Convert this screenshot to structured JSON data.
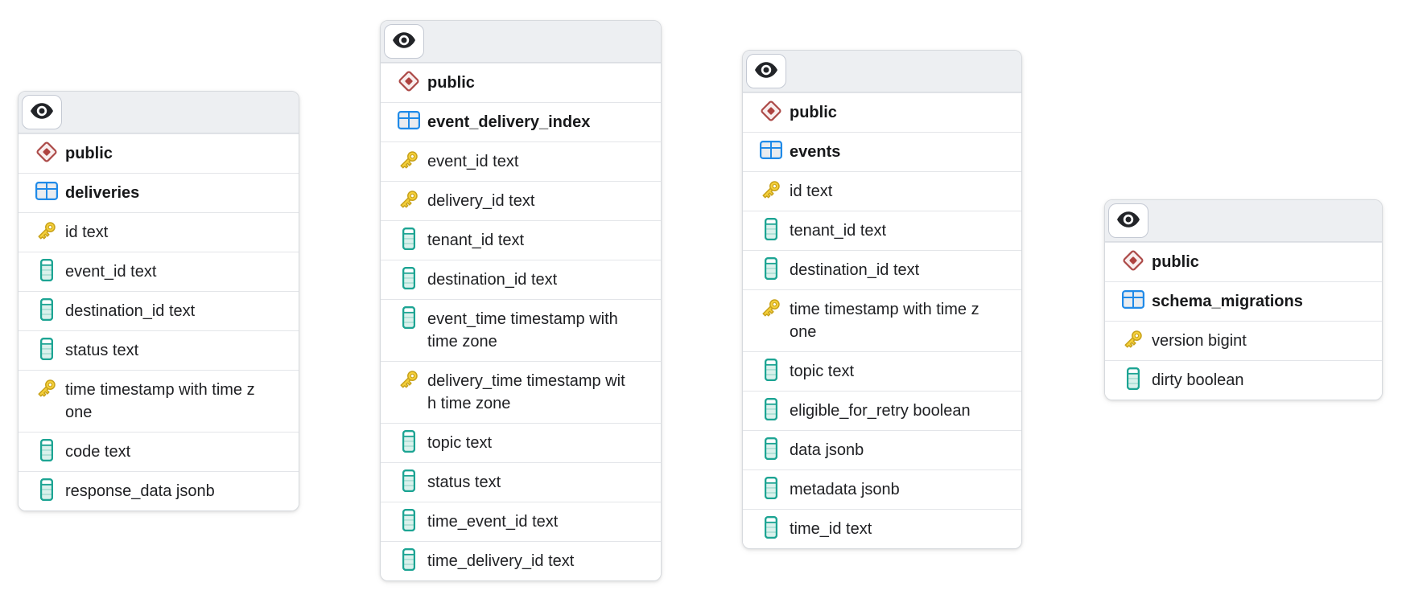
{
  "colors": {
    "schema_icon_red": "#ac4a48",
    "table_icon_blue": "#1f8ae8",
    "primary_key_icon_gold": "#f5d03a",
    "column_icon_teal": "#1ca493",
    "card_header_background": "#edeff2",
    "card_border": "#d7dade",
    "row_divider": "#e3e5e9",
    "text": "#202124"
  },
  "cards": [
    {
      "id": "deliveries",
      "header": {
        "icon": "eye-icon"
      },
      "schema": {
        "icon": "schema-diamond-icon",
        "label": "public"
      },
      "table": {
        "icon": "table-grid-icon",
        "label": "deliveries"
      },
      "columns": [
        {
          "icon": "key-icon",
          "label": "id text"
        },
        {
          "icon": "column-icon",
          "label": "event_id text"
        },
        {
          "icon": "column-icon",
          "label": "destination_id text"
        },
        {
          "icon": "column-icon",
          "label": "status text"
        },
        {
          "icon": "key-icon",
          "label": "time timestamp with time zone"
        },
        {
          "icon": "column-icon",
          "label": "code text"
        },
        {
          "icon": "column-icon",
          "label": "response_data jsonb"
        }
      ]
    },
    {
      "id": "event_delivery_index",
      "header": {
        "icon": "eye-icon"
      },
      "schema": {
        "icon": "schema-diamond-icon",
        "label": "public"
      },
      "table": {
        "icon": "table-grid-icon",
        "label": "event_delivery_index"
      },
      "columns": [
        {
          "icon": "key-icon",
          "label": "event_id text"
        },
        {
          "icon": "key-icon",
          "label": "delivery_id text"
        },
        {
          "icon": "column-icon",
          "label": "tenant_id text"
        },
        {
          "icon": "column-icon",
          "label": "destination_id text"
        },
        {
          "icon": "column-icon",
          "label": "event_time timestamp with time zone"
        },
        {
          "icon": "key-icon",
          "label": "delivery_time timestamp with time zone"
        },
        {
          "icon": "column-icon",
          "label": "topic text"
        },
        {
          "icon": "column-icon",
          "label": "status text"
        },
        {
          "icon": "column-icon",
          "label": "time_event_id text"
        },
        {
          "icon": "column-icon",
          "label": "time_delivery_id text"
        }
      ]
    },
    {
      "id": "events",
      "header": {
        "icon": "eye-icon"
      },
      "schema": {
        "icon": "schema-diamond-icon",
        "label": "public"
      },
      "table": {
        "icon": "table-grid-icon",
        "label": "events"
      },
      "columns": [
        {
          "icon": "key-icon",
          "label": "id text"
        },
        {
          "icon": "column-icon",
          "label": "tenant_id text"
        },
        {
          "icon": "column-icon",
          "label": "destination_id text"
        },
        {
          "icon": "key-icon",
          "label": "time timestamp with time zone"
        },
        {
          "icon": "column-icon",
          "label": "topic text"
        },
        {
          "icon": "column-icon",
          "label": "eligible_for_retry boolean"
        },
        {
          "icon": "column-icon",
          "label": "data jsonb"
        },
        {
          "icon": "column-icon",
          "label": "metadata jsonb"
        },
        {
          "icon": "column-icon",
          "label": "time_id text"
        }
      ]
    },
    {
      "id": "schema_migrations",
      "header": {
        "icon": "eye-icon"
      },
      "schema": {
        "icon": "schema-diamond-icon",
        "label": "public"
      },
      "table": {
        "icon": "table-grid-icon",
        "label": "schema_migrations"
      },
      "columns": [
        {
          "icon": "key-icon",
          "label": "version bigint"
        },
        {
          "icon": "column-icon",
          "label": "dirty boolean"
        }
      ]
    }
  ]
}
